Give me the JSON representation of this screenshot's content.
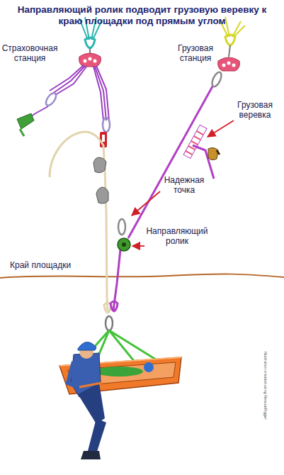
{
  "diagram": {
    "title": "Направляющий ролик подводит грузовую веревку к краю площадки под прямым углом",
    "labels": [
      "Страховочная станция",
      "Грузовая станция",
      "Грузовая веревка",
      "Надежная точка",
      "Направляющий ролик",
      "Край площадки",
      "Illustration created using RescueRigger"
    ]
  }
}
